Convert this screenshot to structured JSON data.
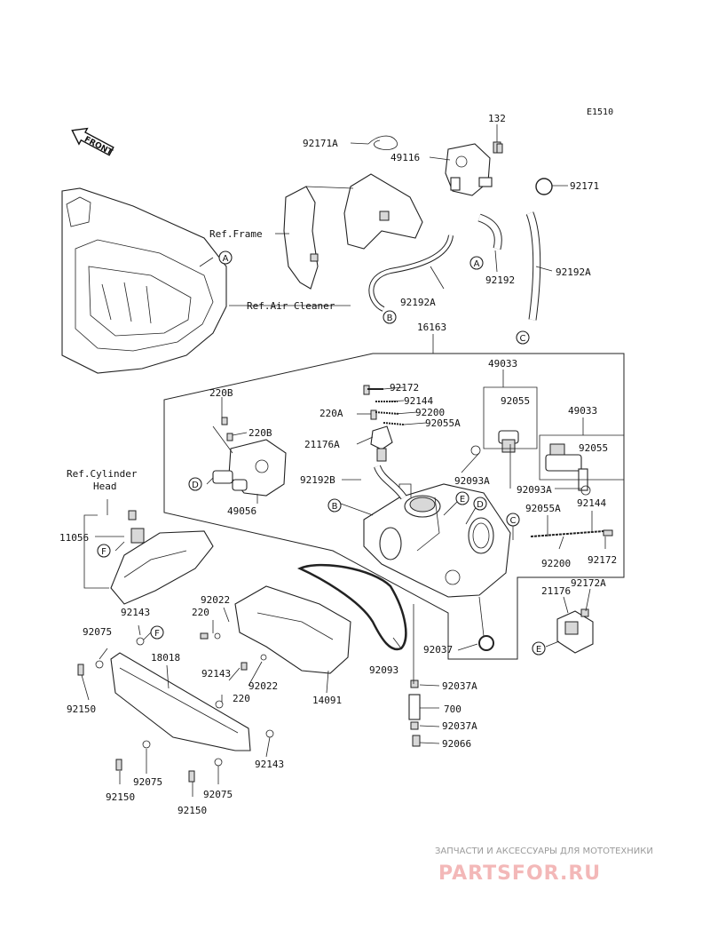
{
  "diagram_code": "E1510",
  "front_label": "FRONT",
  "refs": {
    "frame": "Ref.Frame",
    "air_cleaner": "Ref.Air Cleaner",
    "cylinder_head_1": "Ref.Cylinder",
    "cylinder_head_2": "Head"
  },
  "parts": {
    "p132": "132",
    "p92171A": "92171A",
    "p49116": "49116",
    "p92171": "92171",
    "p92192": "92192",
    "p92192A_1": "92192A",
    "p92192A_2": "92192A",
    "p16163": "16163",
    "p49033_1": "49033",
    "p49033_2": "49033",
    "p92055_1": "92055",
    "p92055_2": "92055",
    "p92172": "92172",
    "p92144": "92144",
    "p92200": "92200",
    "p92055A": "92055A",
    "p220A": "220A",
    "p220B_1": "220B",
    "p220B_2": "220B",
    "p21176A": "21176A",
    "p92192B": "92192B",
    "p92093A_1": "92093A",
    "p92093A_2": "92093A",
    "p49056": "49056",
    "p11056": "11056",
    "p92055A_2": "92055A",
    "p92144_2": "92144",
    "p92200_2": "92200",
    "p92172_2": "92172",
    "p92172A": "92172A",
    "p21176": "21176",
    "p92022_1": "92022",
    "p92022_2": "92022",
    "p220_1": "220",
    "p220_2": "220",
    "p92143_1": "92143",
    "p92143_2": "92143",
    "p92143_3": "92143",
    "p92075_1": "92075",
    "p92075_2": "92075",
    "p92075_3": "92075",
    "p18018": "18018",
    "p92150_1": "92150",
    "p92150_2": "92150",
    "p92150_3": "92150",
    "p14091": "14091",
    "p92093": "92093",
    "p92037": "92037",
    "p92037A_1": "92037A",
    "p92037A_2": "92037A",
    "p700": "700",
    "p92066": "92066"
  },
  "callouts": {
    "A": "A",
    "B": "B",
    "C": "C",
    "D": "D",
    "E": "E",
    "F": "F"
  },
  "watermark": {
    "top": "ЗАПЧАСТИ И АКСЕССУАРЫ ДЛЯ МОТОТЕХНИКИ",
    "brand": "PARTSFOR.RU"
  }
}
